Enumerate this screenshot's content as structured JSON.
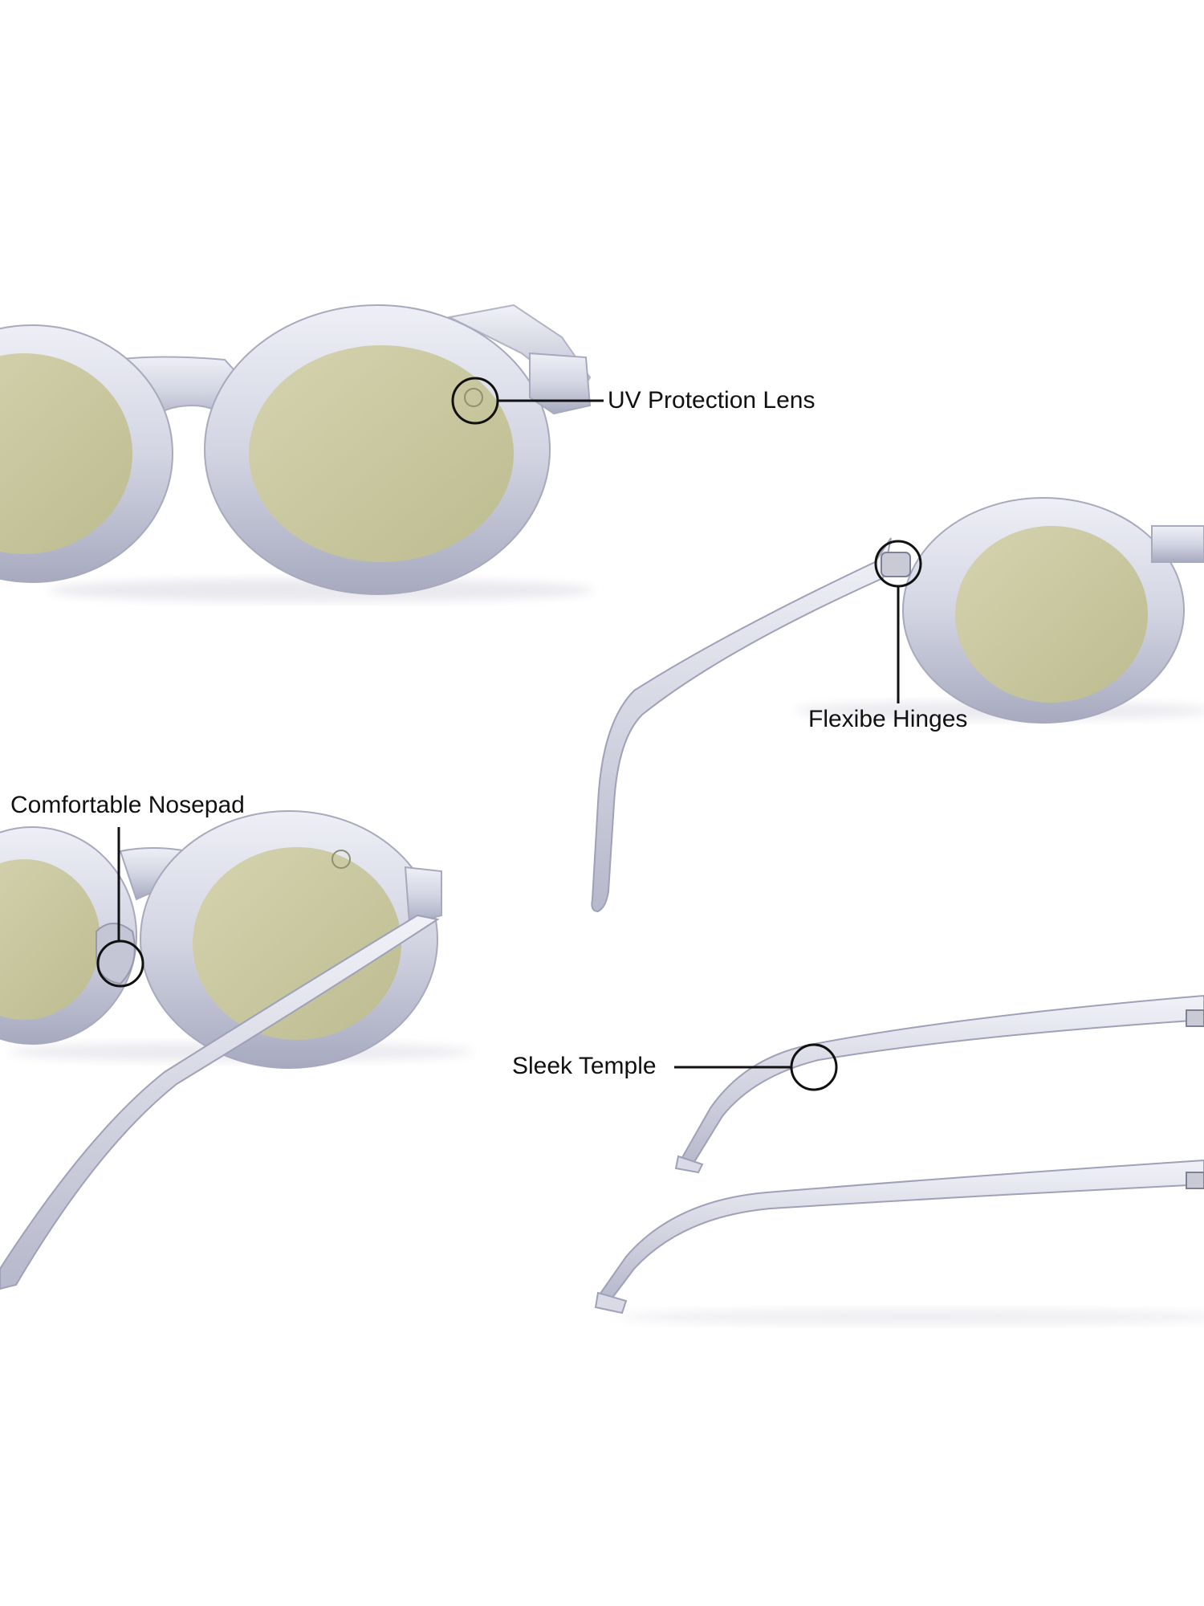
{
  "annotations": {
    "uv_protection": "UV Protection Lens",
    "flexible_hinges": "Flexibe Hinges",
    "comfortable_nosepad": "Comfortable Nosepad",
    "sleek_temple": "Sleek Temple"
  },
  "colors": {
    "background": "#ffffff",
    "lens": "#c9c79e",
    "frame": "#d5d6e4",
    "frame_shadow": "#a9abc0",
    "callout": "#111111"
  }
}
